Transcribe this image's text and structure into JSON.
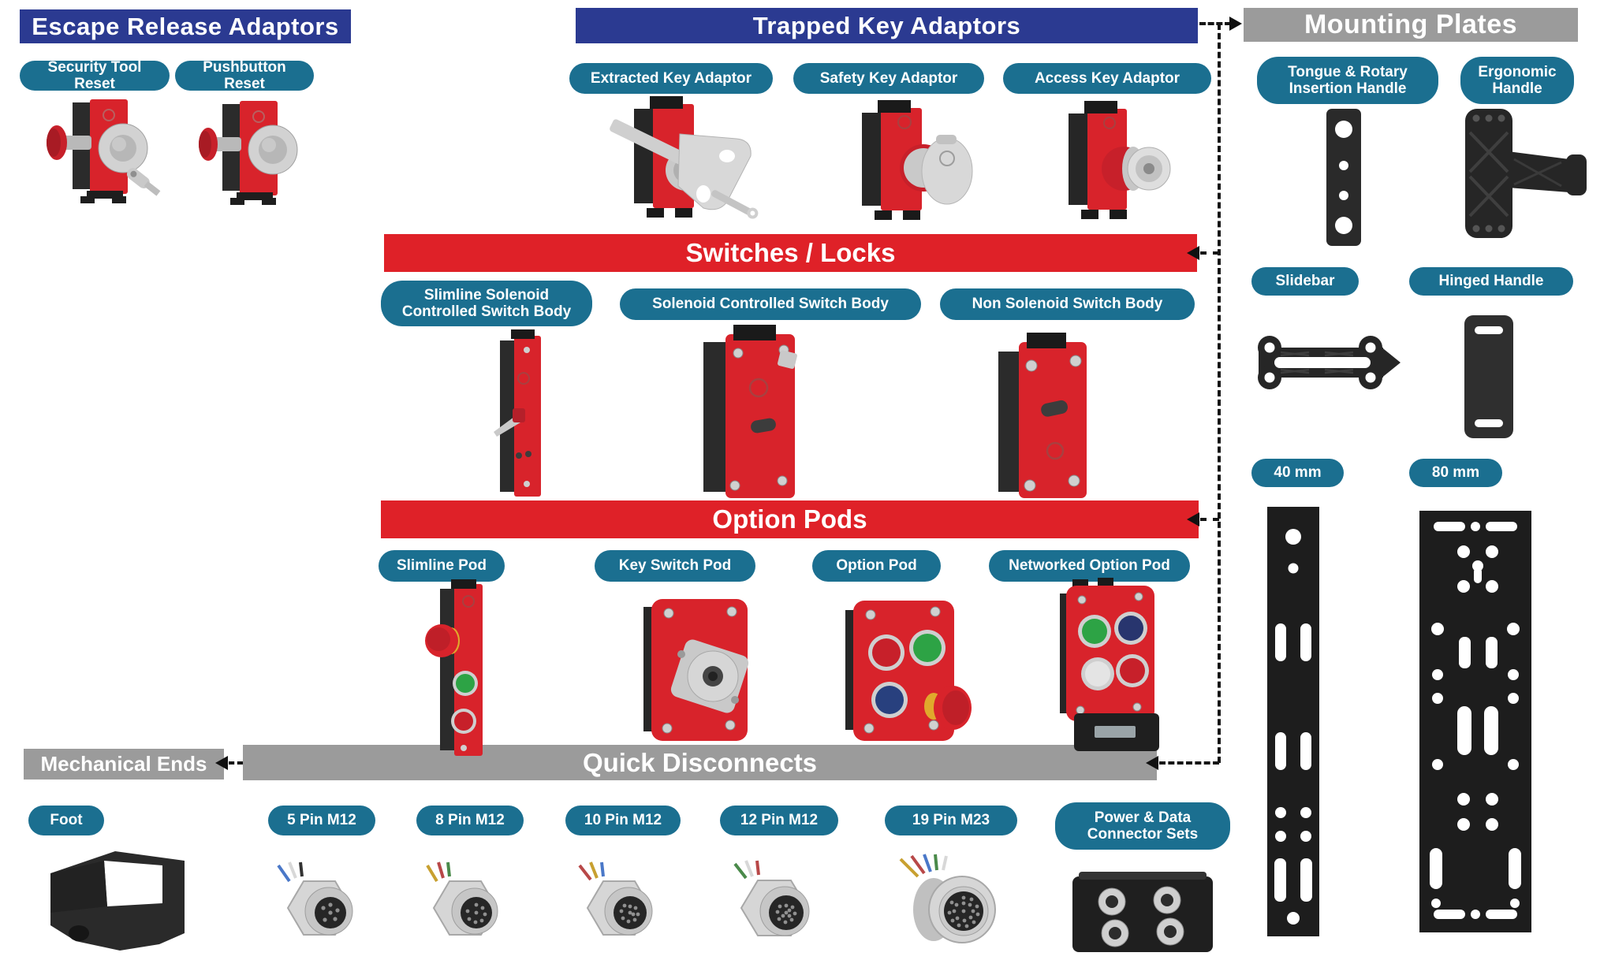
{
  "colors": {
    "header_navy": "#2b3a91",
    "header_gray": "#9b9b9b",
    "bar_red": "#df2128",
    "badge_teal": "#1b6f90",
    "connector_line": "#151515",
    "product_red": "#d8232b",
    "product_black": "#262626"
  },
  "sections": {
    "escape_release": {
      "title": "Escape Release Adaptors",
      "badges": [
        "Security Tool Reset",
        "Pushbutton Reset"
      ]
    },
    "trapped_key": {
      "title": "Trapped Key Adaptors",
      "badges": [
        "Extracted Key Adaptor",
        "Safety Key Adaptor",
        "Access Key Adaptor"
      ]
    },
    "mounting_plates": {
      "title": "Mounting Plates",
      "badges": [
        "Tongue & Rotary\nInsertion Handle",
        "Ergonomic\nHandle",
        "Slidebar",
        "Hinged Handle",
        "40 mm",
        "80 mm"
      ]
    },
    "switches_locks": {
      "title": "Switches / Locks",
      "badges": [
        "Slimline Solenoid\nControlled Switch Body",
        "Solenoid Controlled Switch Body",
        "Non Solenoid Switch Body"
      ]
    },
    "option_pods": {
      "title": "Option Pods",
      "badges": [
        "Slimline Pod",
        "Key Switch Pod",
        "Option Pod",
        "Networked Option Pod"
      ]
    },
    "mechanical_ends": {
      "title": "Mechanical Ends",
      "badges": [
        "Foot"
      ]
    },
    "quick_disconnects": {
      "title": "Quick Disconnects",
      "badges": [
        "5 Pin M12",
        "8 Pin M12",
        "10 Pin M12",
        "12 Pin M12",
        "19 Pin M23",
        "Power & Data\nConnector Sets"
      ]
    }
  }
}
